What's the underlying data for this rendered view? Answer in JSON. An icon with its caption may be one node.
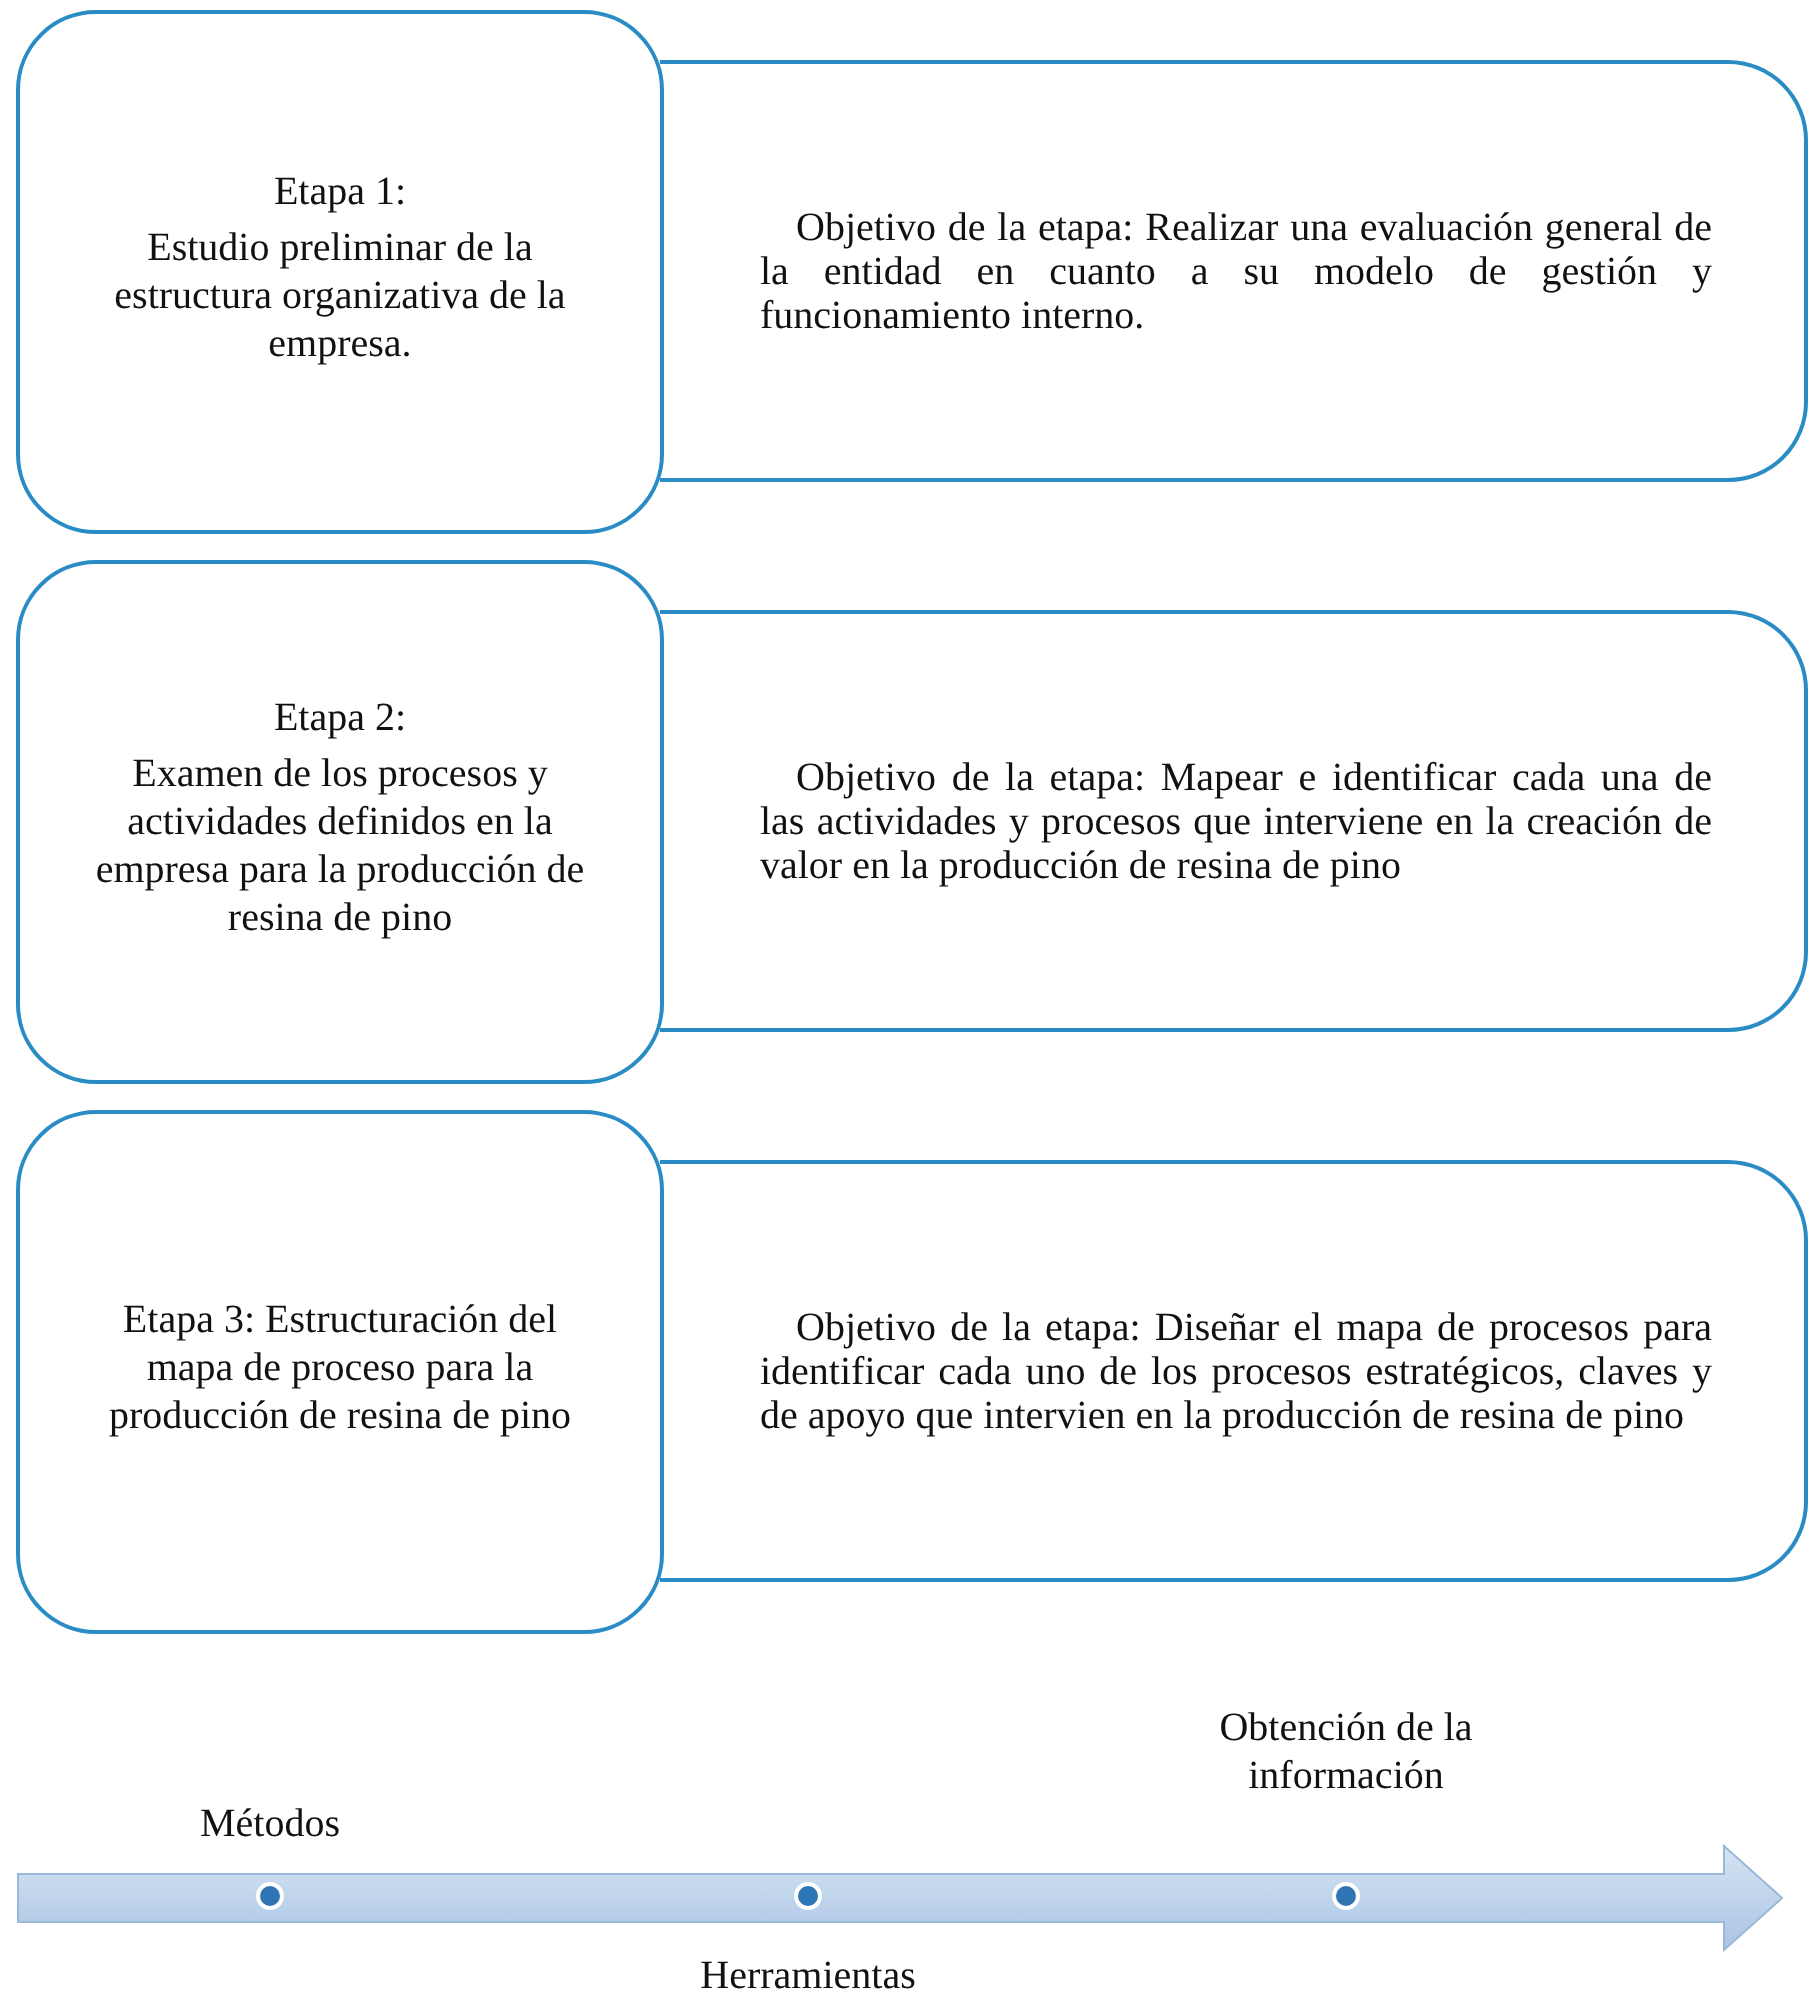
{
  "diagram": {
    "nodes": [
      {
        "text": [
          "Etapa 1:",
          "Estudio preliminar de la estructura organizativa de la empresa."
        ]
      },
      {
        "text": [
          "Objetivo de la etapa: Realizar una evaluación general de la entidad en cuanto a su modelo de gestión y funcionamiento interno."
        ]
      },
      {
        "text": [
          "Etapa 2:",
          "Examen de los procesos y actividades definidos en la empresa para la producción de resina de pino"
        ]
      },
      {
        "text": [
          "Objetivo de la etapa: Mapear e identificar cada una de las actividades y procesos que interviene en la creación de valor en la producción de resina de pino"
        ]
      },
      {
        "text": [
          "Etapa 3: Estructuración del mapa de proceso para la producción de resina de pino"
        ]
      },
      {
        "text": [
          "Objetivo de la etapa: Diseñar el mapa de procesos para identificar cada uno de los procesos estratégicos, claves y de apoyo que intervien en la producción de resina de pino"
        ]
      },
      {
        "text": [],
        "shape": "arrow"
      },
      {
        "text": [],
        "shape": "circle",
        "in": 6,
        "beside": [
          "Métodos"
        ]
      },
      {
        "text": [],
        "shape": "circle",
        "in": 6,
        "beside": [
          "Herramientas"
        ]
      },
      {
        "text": [],
        "shape": "circle",
        "in": 6,
        "beside": [
          "Obtención de la información"
        ]
      }
    ],
    "edges": []
  }
}
